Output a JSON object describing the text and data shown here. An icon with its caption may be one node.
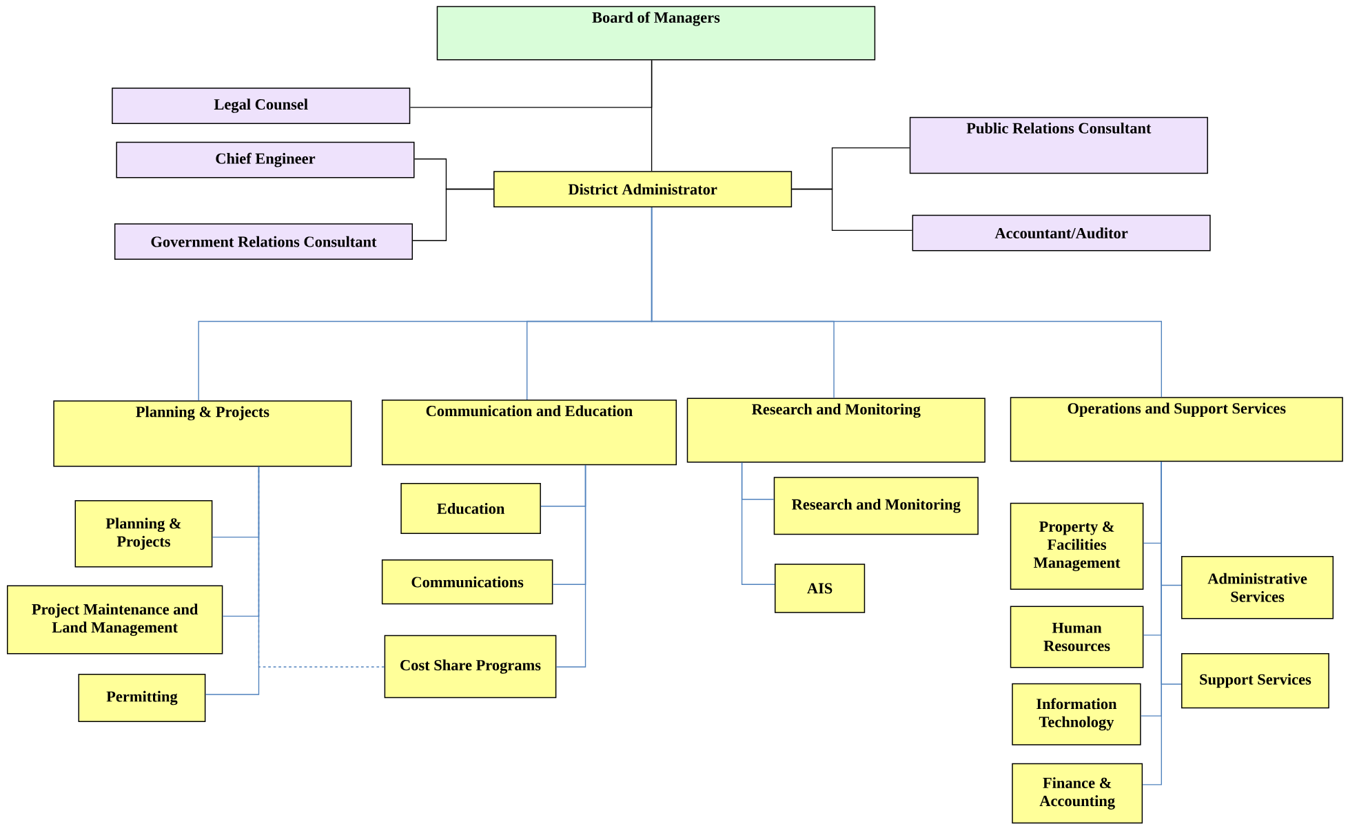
{
  "diagram": {
    "nodes": [
      {
        "text": [
          "Board of Managers"
        ]
      },
      {
        "text": [
          "Legal Counsel"
        ]
      },
      {
        "text": [
          "Chief Engineer"
        ]
      },
      {
        "text": [
          "Government Relations Consultant"
        ]
      },
      {
        "text": [
          "District Administrator"
        ]
      },
      {
        "text": [
          "Public Relations Consultant"
        ]
      },
      {
        "text": [
          "Accountant/Auditor"
        ]
      },
      {
        "text": [
          "Planning & Projects"
        ]
      },
      {
        "text": [
          "Communication and Education"
        ]
      },
      {
        "text": [
          "Research and Monitoring"
        ]
      },
      {
        "text": [
          "Operations and Support Services"
        ]
      },
      {
        "text": [
          "Planning & Projects"
        ]
      },
      {
        "text": [
          "Project Maintenance and Land Management"
        ]
      },
      {
        "text": [
          "Permitting"
        ]
      },
      {
        "text": [
          "Education"
        ]
      },
      {
        "text": [
          "Communications"
        ]
      },
      {
        "text": [
          "Cost Share Programs"
        ]
      },
      {
        "text": [
          "Research and Monitoring"
        ]
      },
      {
        "text": [
          "AIS"
        ]
      },
      {
        "text": [
          "Property & Facilities Management"
        ]
      },
      {
        "text": [
          "Human Resources"
        ]
      },
      {
        "text": [
          "Information Technology"
        ]
      },
      {
        "text": [
          "Finance & Accounting"
        ]
      },
      {
        "text": [
          "Administrative Services"
        ]
      },
      {
        "text": [
          "Support Services"
        ]
      }
    ],
    "edges": [
      {
        "from": 0,
        "to": 4,
        "arrow": "none",
        "color": "#000000"
      },
      {
        "from": 0,
        "to": 1,
        "arrow": "none",
        "color": "#000000"
      },
      {
        "from": 4,
        "to": 2,
        "arrow": "none",
        "color": "#000000"
      },
      {
        "from": 4,
        "to": 3,
        "arrow": "none",
        "color": "#000000"
      },
      {
        "from": 4,
        "to": 5,
        "arrow": "none",
        "color": "#000000"
      },
      {
        "from": 4,
        "to": 6,
        "arrow": "none",
        "color": "#000000"
      },
      {
        "from": 4,
        "to": 7,
        "arrow": "none"
      },
      {
        "from": 4,
        "to": 8,
        "arrow": "none"
      },
      {
        "from": 4,
        "to": 9,
        "arrow": "none"
      },
      {
        "from": 4,
        "to": 10,
        "arrow": "none"
      },
      {
        "from": 7,
        "to": 11,
        "arrow": "none"
      },
      {
        "from": 7,
        "to": 12,
        "arrow": "none"
      },
      {
        "from": 7,
        "to": 13,
        "arrow": "none"
      },
      {
        "from": 16,
        "to": 7,
        "arrow": "none",
        "style": "dashed"
      },
      {
        "from": 8,
        "to": 14,
        "arrow": "none"
      },
      {
        "from": 8,
        "to": 15,
        "arrow": "none"
      },
      {
        "from": 8,
        "to": 16,
        "arrow": "none"
      },
      {
        "from": 9,
        "to": 17,
        "arrow": "none"
      },
      {
        "from": 9,
        "to": 18,
        "arrow": "none"
      },
      {
        "from": 10,
        "to": 19,
        "arrow": "none"
      },
      {
        "from": 10,
        "to": 20,
        "arrow": "none"
      },
      {
        "from": 10,
        "to": 21,
        "arrow": "none"
      },
      {
        "from": 10,
        "to": 22,
        "arrow": "none"
      },
      {
        "from": 10,
        "to": 23,
        "arrow": "none"
      },
      {
        "from": 10,
        "to": 24,
        "arrow": "none"
      }
    ]
  }
}
